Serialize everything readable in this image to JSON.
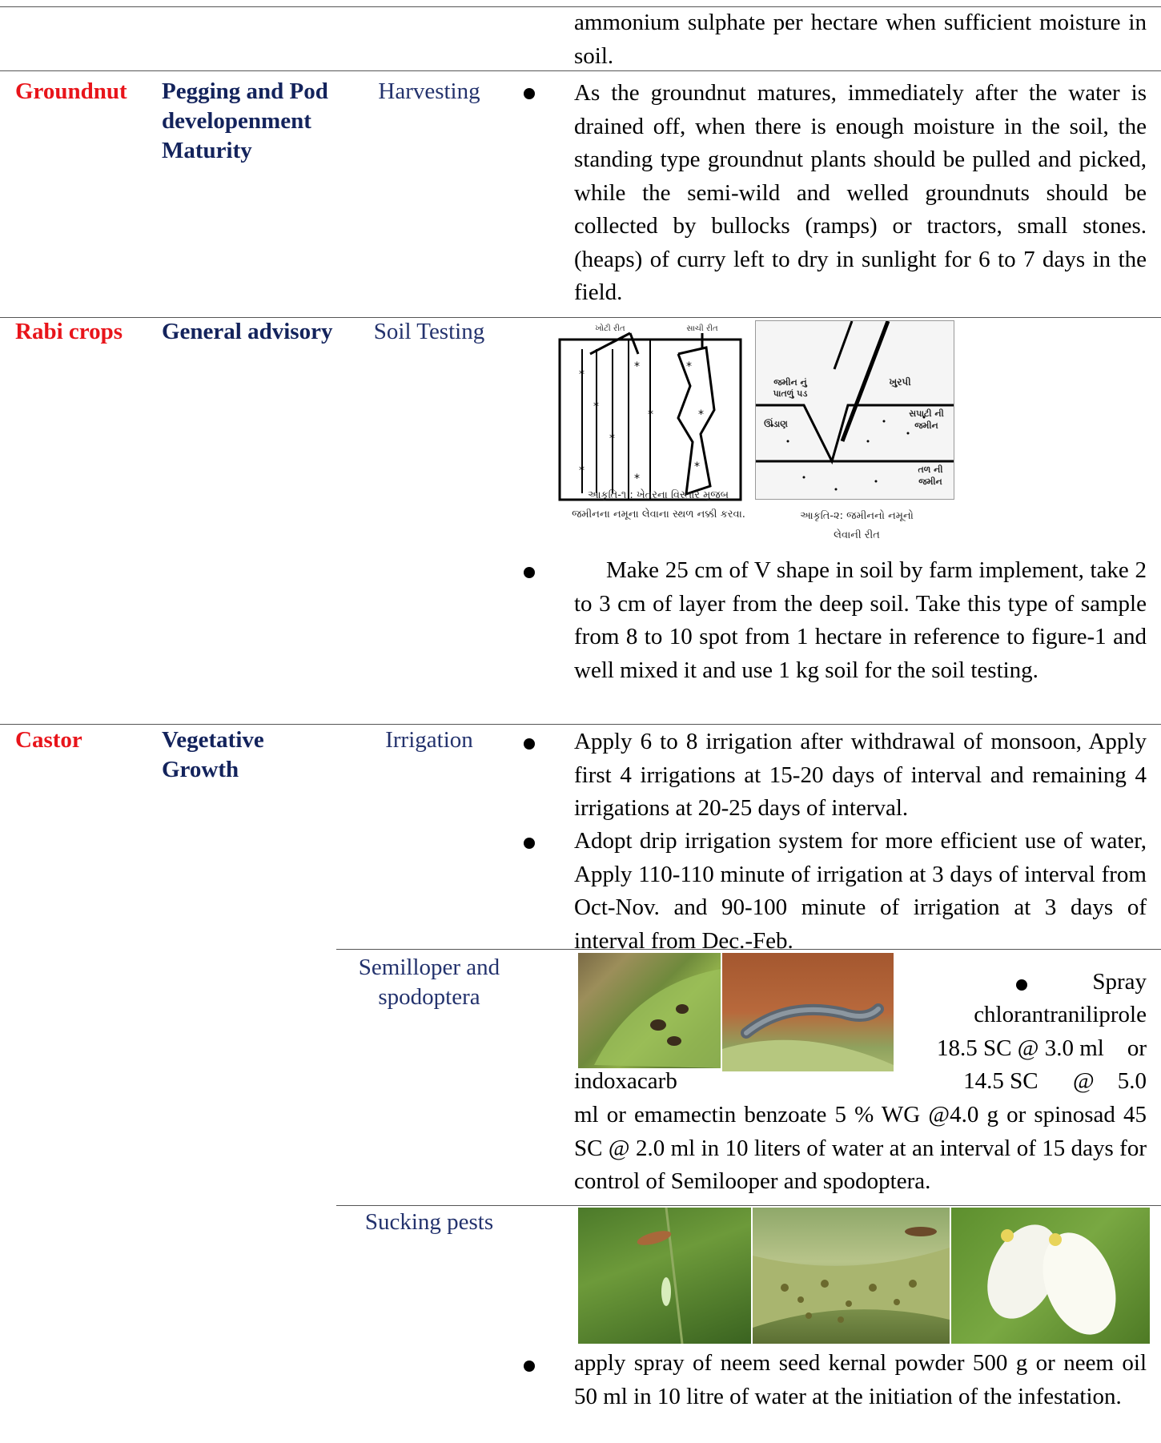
{
  "top_partial": {
    "text": "ammonium sulphate per hectare when sufficient moisture in soil."
  },
  "rows": [
    {
      "crop": "Groundnut",
      "stage": "Pegging and Pod developenment Maturity",
      "topic": "Harvesting",
      "advice": "As the groundnut matures, immediately after the water is drained off, when there is enough moisture in the soil, the standing type groundnut plants should be pulled and picked, while the semi-wild and welled groundnuts should be collected by bullocks (ramps) or tractors, small stones. (heaps) of curry left to dry in sunlight for 6 to 7 days in the field."
    },
    {
      "crop": "Rabi crops",
      "stage": "General advisory",
      "topic": "Soil Testing",
      "figure1": {
        "top_left_label": "ખોટી રીત",
        "top_right_label": "સાચી રીત",
        "caption_line1": "આકૃતિ-૧ : ખેતરના વિસ્તાર મુજબ",
        "caption_line2": "જમીનના નમૂના લેવાના સ્થળ નક્કી કરવા."
      },
      "figure2": {
        "label_tool": "ખુરપી",
        "label_layer": "જમીન નું પાતળું પડ",
        "label_depth": "ઊંડાણ",
        "label_surface": "સપાટી ની જમીન",
        "label_bottom": "તળ ની જમીન",
        "caption_line1": "આકૃતિ-૨: જમીનનો નમૂનો",
        "caption_line2": "લેવાની રીત"
      },
      "advice": "Make 25 cm of V shape in soil by farm implement, take 2 to 3 cm of layer from the deep soil. Take this type of sample from 8 to 10 spot from 1 hectare in reference to figure-1 and well mixed it and use 1 kg soil for the soil testing."
    },
    {
      "crop": "Castor",
      "stage": "Vegetative Growth",
      "topic": "Irrigation",
      "advice_1": "Apply 6 to 8 irrigation after withdrawal of monsoon, Apply first 4 irrigations at 15-20 days of interval and remaining 4 irrigations at 20-25 days of interval.",
      "advice_2": "Adopt drip irrigation system for more efficient use of water, Apply 110-110 minute of irrigation at 3 days of interval from Oct-Nov. and 90-100 minute of irrigation at 3 days of interval from Dec.-Feb."
    },
    {
      "topic": "Semilloper and spodoptera",
      "advice_a1": "Spray",
      "advice_a2": "chlorantraniliprole",
      "advice_a3": "18.5 SC @ 3.0 ml    or",
      "advice_a4_left": "indoxacarb",
      "advice_a4_right": "14.5 SC      @    5.0",
      "advice_rest": "ml or emamectin benzoate 5 % WG @4.0 g or spinosad 45 SC @ 2.0 ml in 10 liters of water at an interval of 15 days for control of Semilooper and spodoptera."
    },
    {
      "topic": "Sucking pests",
      "advice": "apply spray of neem seed kernal powder 500 g or neem oil 50 ml in 10 litre of water at the initiation of the infestation."
    }
  ],
  "colors": {
    "crop": "#e8141a",
    "stage": "#13235c",
    "topic": "#23326d",
    "rule": "#555555"
  }
}
